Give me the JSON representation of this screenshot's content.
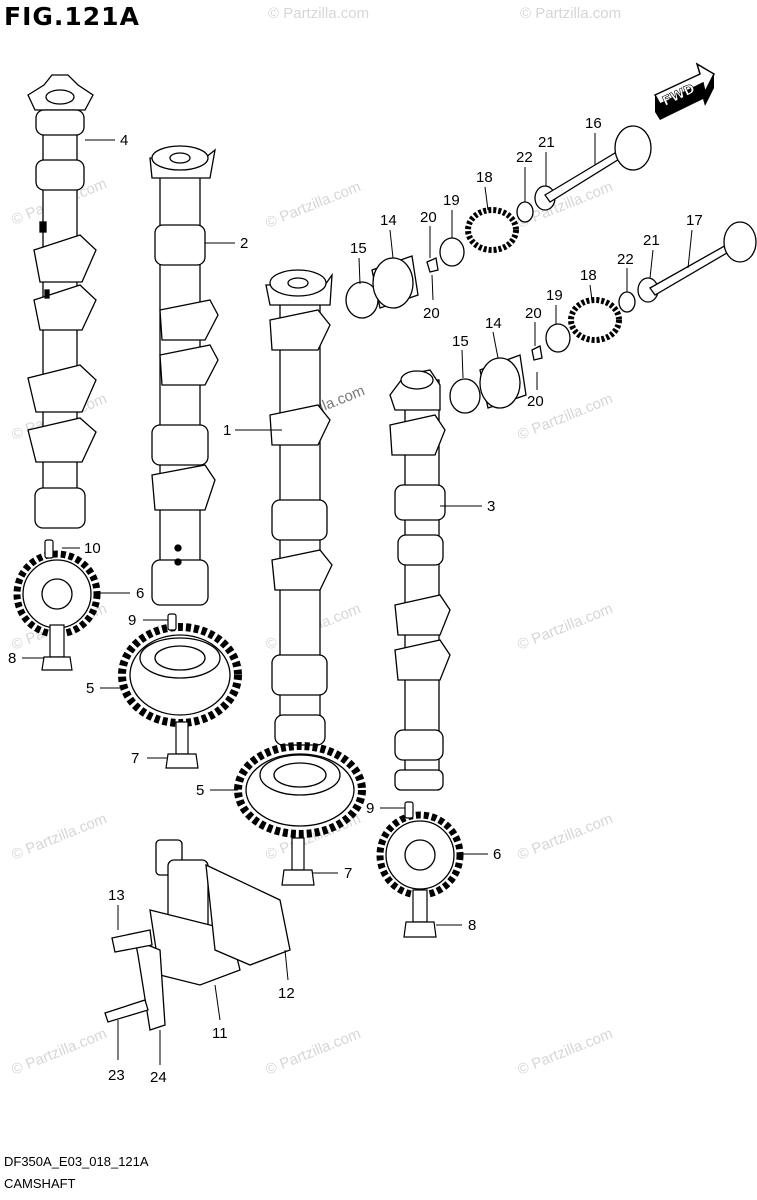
{
  "figure": {
    "title": "FIG.121A",
    "code": "DF350A_E03_018_121A",
    "caption": "CAMSHAFT",
    "direction": "FWD"
  },
  "watermark": "© Partzilla.com",
  "watermark_color": "#d6d6d6",
  "callouts": [
    "1",
    "2",
    "3",
    "4",
    "5",
    "5",
    "6",
    "6",
    "7",
    "7",
    "8",
    "8",
    "9",
    "9",
    "10",
    "11",
    "12",
    "13",
    "14",
    "14",
    "15",
    "15",
    "16",
    "17",
    "18",
    "18",
    "19",
    "19",
    "20",
    "20",
    "20",
    "20",
    "21",
    "21",
    "22",
    "22",
    "23",
    "24"
  ]
}
